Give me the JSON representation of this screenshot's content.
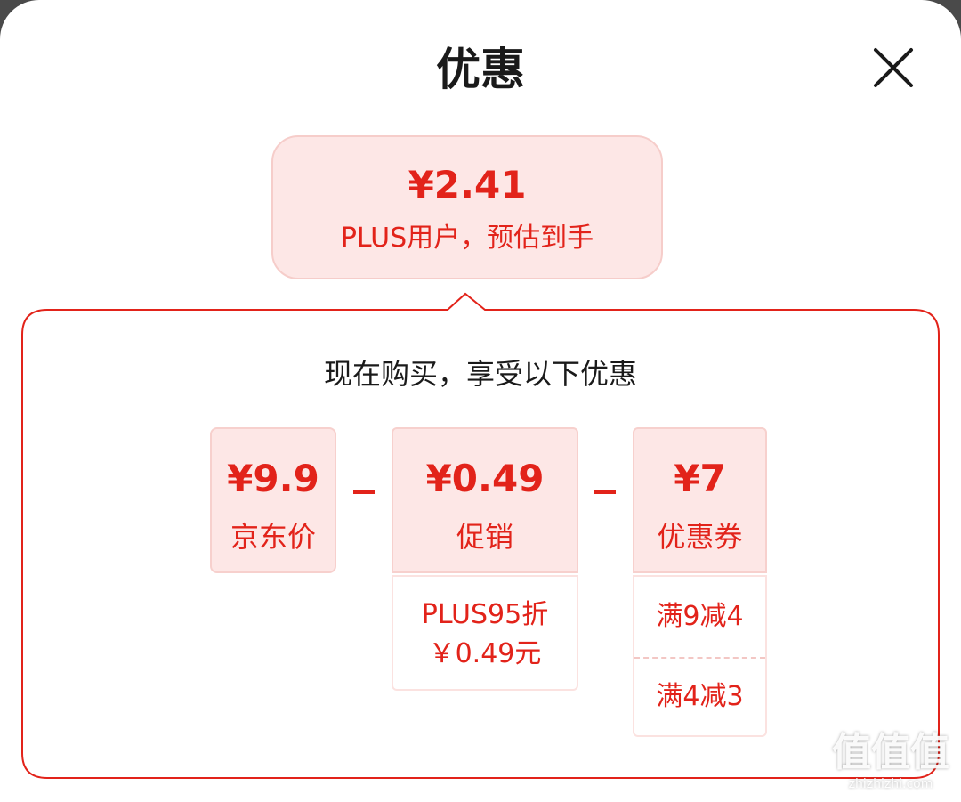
{
  "sheet": {
    "title": "优惠"
  },
  "bubble": {
    "price": "¥2.41",
    "caption": "PLUS用户，预估到手"
  },
  "panel": {
    "headline": "现在购买，享受以下优惠",
    "accent_color": "#e2231a",
    "cards": {
      "jd_price": {
        "value": "¥9.9",
        "label": "京东价"
      },
      "promotion": {
        "value": "¥0.49",
        "label": "促销"
      },
      "coupon": {
        "value": "¥7",
        "label": "优惠券"
      }
    },
    "promotion_detail": {
      "line1": "PLUS95折",
      "line2": "￥0.49元"
    },
    "coupons": [
      "满9减4",
      "满4减3"
    ]
  },
  "icons": {
    "close": "close-icon"
  },
  "watermark": {
    "logo": "值值值",
    "domain": "zhizhizhi.com"
  }
}
